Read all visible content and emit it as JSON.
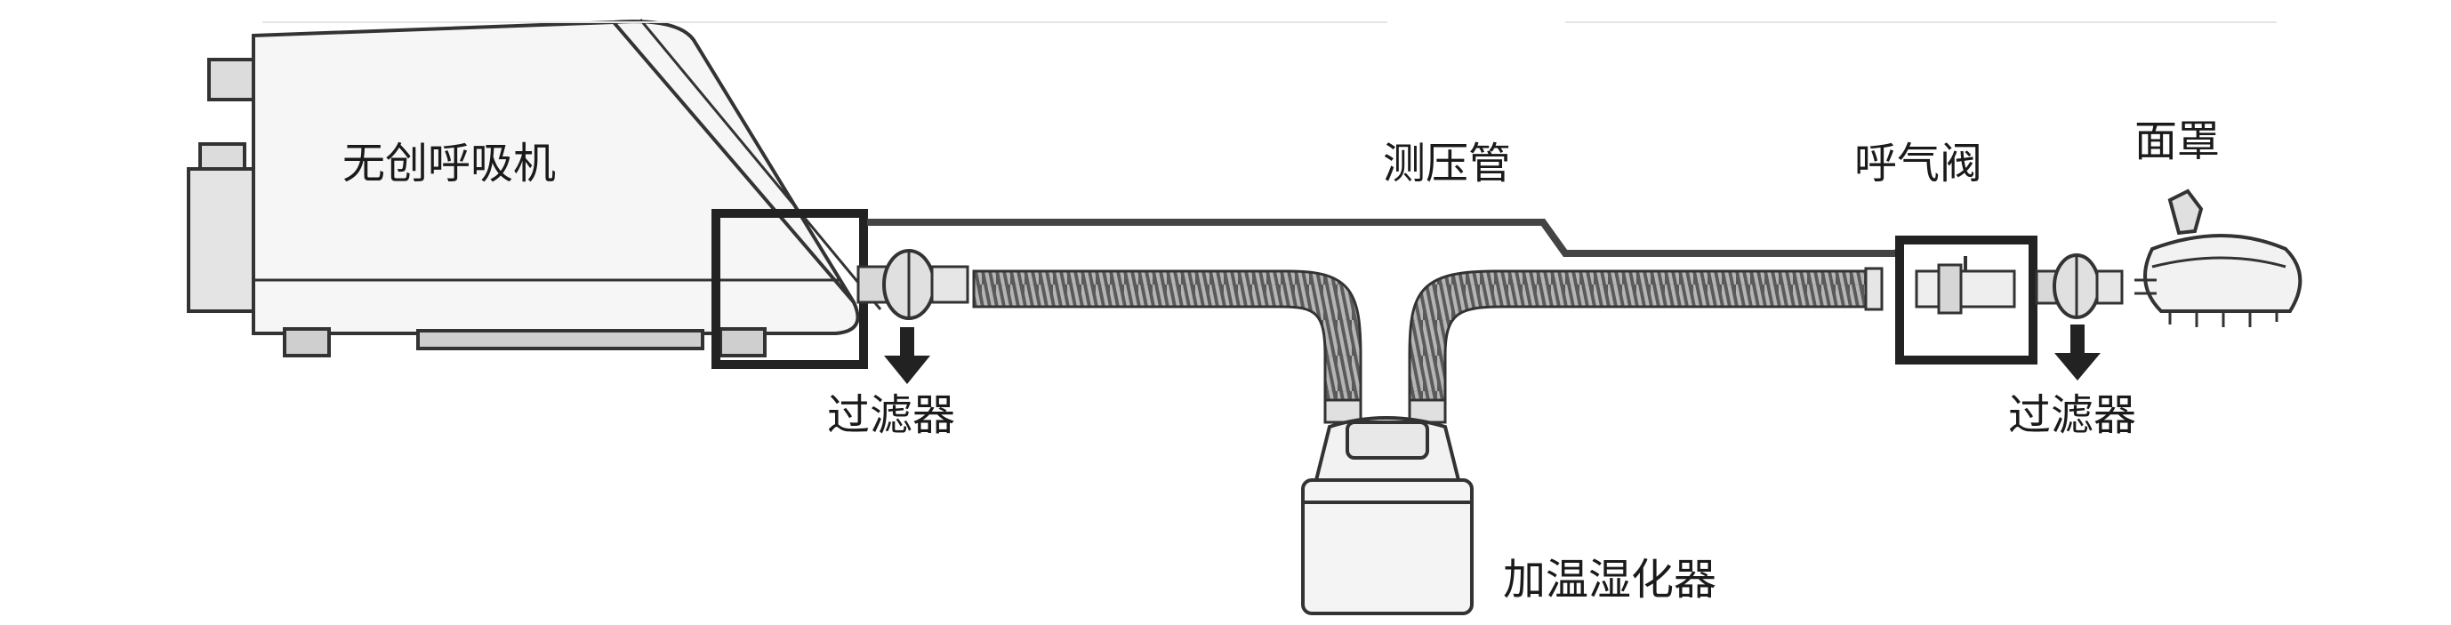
{
  "labels": {
    "ventilator": "无创呼吸机",
    "pressure_tube": "测压管",
    "exhalation_valve": "呼气阀",
    "mask": "面罩",
    "filter_left": "过滤器",
    "filter_right": "过滤器",
    "humidifier": "加温湿化器"
  }
}
